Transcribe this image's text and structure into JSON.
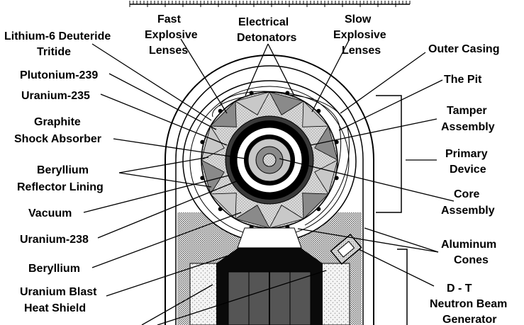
{
  "labels": {
    "lithium_1": "Lithium-6 Deuteride",
    "lithium_2": "Tritide",
    "plutonium": "Plutonium-239",
    "u235": "Uranium-235",
    "graphite_1": "Graphite",
    "graphite_2": "Shock Absorber",
    "beryllium_refl_1": "Beryllium",
    "beryllium_refl_2": "Reflector Lining",
    "vacuum": "Vacuum",
    "u238": "Uranium-238",
    "beryllium": "Beryllium",
    "blast_1": "Uranium Blast",
    "blast_2": "Heat Shield",
    "fast_1": "Fast",
    "fast_2": "Explosive",
    "fast_3": "Lenses",
    "detonators_1": "Electrical",
    "detonators_2": "Detonators",
    "slow_1": "Slow",
    "slow_2": "Explosive",
    "slow_3": "Lenses",
    "outer_casing": "Outer Casing",
    "pit": "The Pit",
    "tamper_1": "Tamper",
    "tamper_2": "Assembly",
    "primary_1": "Primary",
    "primary_2": "Device",
    "core_1": "Core",
    "core_2": "Assembly",
    "aluminum_1": "Aluminum",
    "aluminum_2": "Cones",
    "dt_1": "D - T",
    "dt_2": "Neutron Beam",
    "dt_3": "Generator"
  },
  "colors": {
    "ink": "#000000",
    "paper": "#ffffff",
    "lens_fast": "#8a8a8a",
    "lens_slow": "#c8c8c8",
    "dot_fill": "#e6e6e6",
    "hatch": "#7a7a7a"
  }
}
